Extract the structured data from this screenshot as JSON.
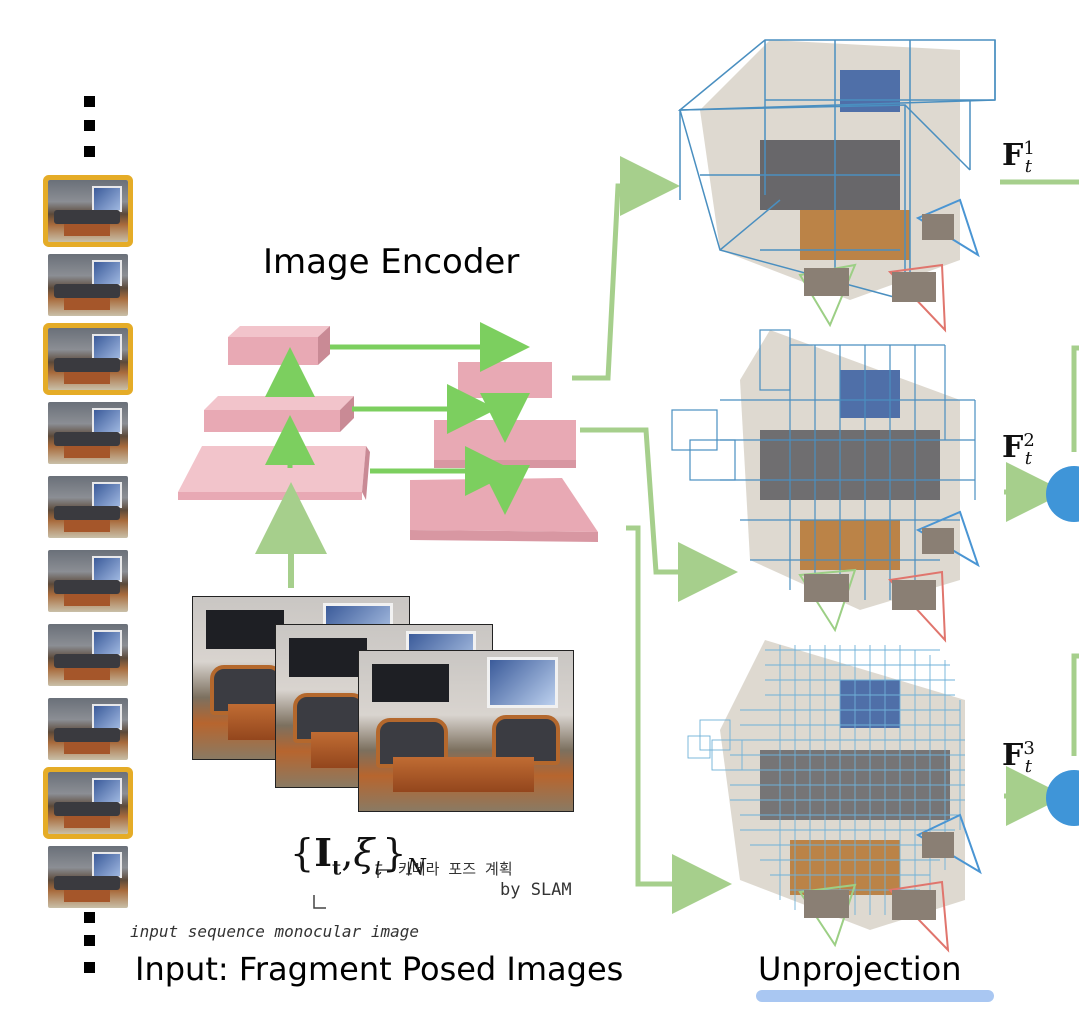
{
  "labels": {
    "image_encoder": "Image Encoder",
    "input_caption": "Input: Fragment Posed Images",
    "unprojection": "Unprojection"
  },
  "math": {
    "input_set_open": "{",
    "input_set_I": "I",
    "input_set_I_sub": "t",
    "input_set_comma": ",",
    "input_set_xi": "ξ",
    "input_set_xi_sub": "t",
    "input_set_close": "}",
    "input_set_N": "N",
    "features": [
      {
        "F": "F",
        "sup": "1",
        "sub": "t"
      },
      {
        "F": "F",
        "sup": "2",
        "sub": "t"
      },
      {
        "F": "F",
        "sup": "3",
        "sub": "t"
      }
    ]
  },
  "annotations": {
    "camera_pose_note": "카메라 포즈 계획",
    "slam_note": "by SLAM",
    "monocular_note": "input sequence monocular image"
  },
  "thumbnails": {
    "selected_indices": [
      0,
      2,
      8
    ],
    "count": 10
  },
  "colors": {
    "arrow_green": "#a6cf8c",
    "block_pink": "#e8a9b4",
    "highlight_gold": "#e5ac27",
    "grid_blue": "#4a8fc0",
    "camera_green": "#9ccf85",
    "camera_red": "#e0756d",
    "camera_blue": "#4a95d3",
    "underline_blue": "#a9c7f2"
  }
}
